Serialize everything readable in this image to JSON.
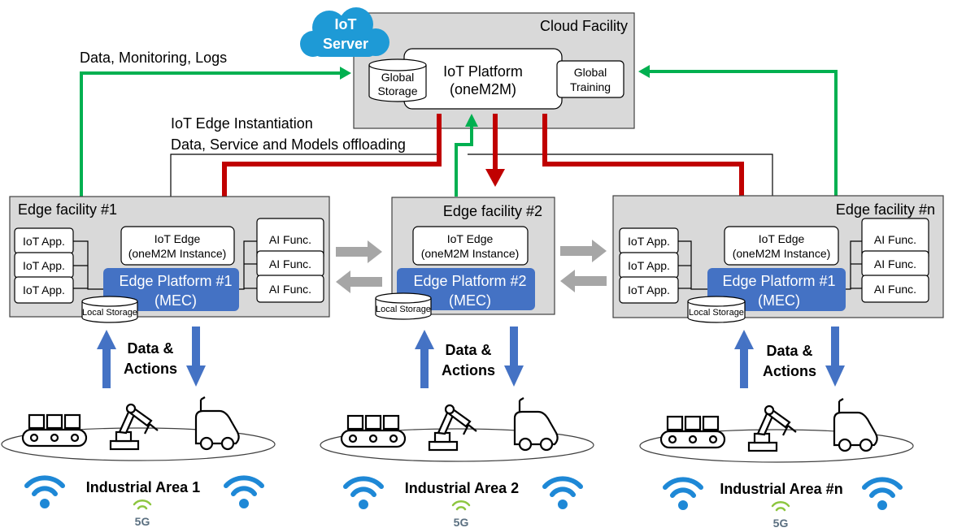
{
  "cloud": {
    "title": "Cloud Facility",
    "server_line1": "IoT",
    "server_line2": "Server",
    "platform_line1": "IoT Platform",
    "platform_line2": "(oneM2M)",
    "storage_line1": "Global",
    "storage_line2": "Storage",
    "training_line1": "Global",
    "training_line2": "Training"
  },
  "labels": {
    "data_monitoring": "Data, Monitoring, Logs",
    "instantiation": "IoT Edge Instantiation",
    "offloading": "Data, Service and Models offloading"
  },
  "edges": [
    {
      "title": "Edge facility #1",
      "iot_edge_line1": "IoT Edge",
      "iot_edge_line2": "(oneM2M Instance)",
      "platform_line1": "Edge Platform #1",
      "platform_line2": "(MEC)",
      "local_storage": "Local Storage",
      "apps": [
        "IoT App.",
        "IoT App.",
        "IoT App."
      ],
      "ai": [
        "AI Func.",
        "AI Func.",
        "AI Func."
      ]
    },
    {
      "title": "Edge facility #2",
      "iot_edge_line1": "IoT Edge",
      "iot_edge_line2": "(oneM2M Instance)",
      "platform_line1": "Edge Platform #2",
      "platform_line2": "(MEC)",
      "local_storage": "Local Storage"
    },
    {
      "title": "Edge facility #n",
      "iot_edge_line1": "IoT Edge",
      "iot_edge_line2": "(oneM2M Instance)",
      "platform_line1": "Edge Platform #1",
      "platform_line2": "(MEC)",
      "local_storage": "Local Storage",
      "apps": [
        "IoT App.",
        "IoT App.",
        "IoT App."
      ],
      "ai": [
        "AI Func.",
        "AI Func.",
        "AI Func."
      ]
    }
  ],
  "areas": [
    {
      "label": "Industrial Area 1",
      "data_line1": "Data &",
      "data_line2": "Actions",
      "network": "5G"
    },
    {
      "label": "Industrial Area 2",
      "data_line1": "Data &",
      "data_line2": "Actions",
      "network": "5G"
    },
    {
      "label": "Industrial Area #n",
      "data_line1": "Data &",
      "data_line2": "Actions",
      "network": "5G"
    }
  ],
  "colors": {
    "box_fill": "#d9d9d9",
    "platform_blue": "#4472c4",
    "arrow_red": "#c00000",
    "arrow_green": "#00b050",
    "arrow_blue": "#4472c4",
    "arrow_gray": "#a6a6a6",
    "cloud_blue": "#1e9ad6",
    "wifi_blue": "#1e88d6",
    "fiveg_green": "#8dc63f",
    "fiveg_gray": "#5a6f80"
  }
}
